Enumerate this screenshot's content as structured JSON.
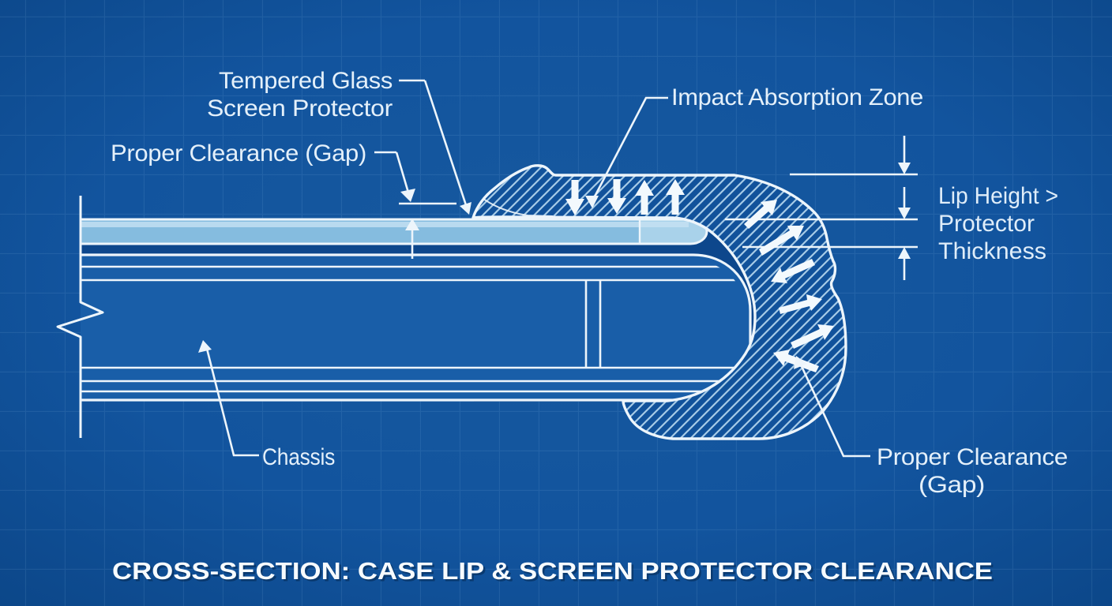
{
  "title": "CROSS-SECTION: CASE LIP & SCREEN PROTECTOR CLEARANCE",
  "labels": {
    "tempered_glass_1": "Tempered Glass",
    "tempered_glass_2": "Screen Protector",
    "proper_clearance_left": "Proper Clearance (Gap)",
    "impact_absorption_zone": "Impact Absorption Zone",
    "lip_height_1": "Lip Height >",
    "lip_height_2": "Protector",
    "lip_height_3": "Thickness",
    "chassis": "Chassis",
    "proper_clearance_right_1": "Proper Clearance",
    "proper_clearance_right_2": "(Gap)"
  },
  "colors": {
    "background": "#12549E",
    "background_edge": "#0B4586",
    "grid_line": "#7FB0DC",
    "line_white": "#EDF5FB",
    "label_text": "#E4F0FA",
    "title_text": "#F7FBFE",
    "screen_protector_body": "#85BCDF",
    "screen_protector_edge_section": "#A9D2EA",
    "screen_protector_highlight": "#C6E1F2",
    "chassis_fill": "#195EA8",
    "clearance_gap_fill": "#0D478C",
    "hatch_line": "#A6CBE7",
    "arrow_fill": "#F3F9FD"
  }
}
